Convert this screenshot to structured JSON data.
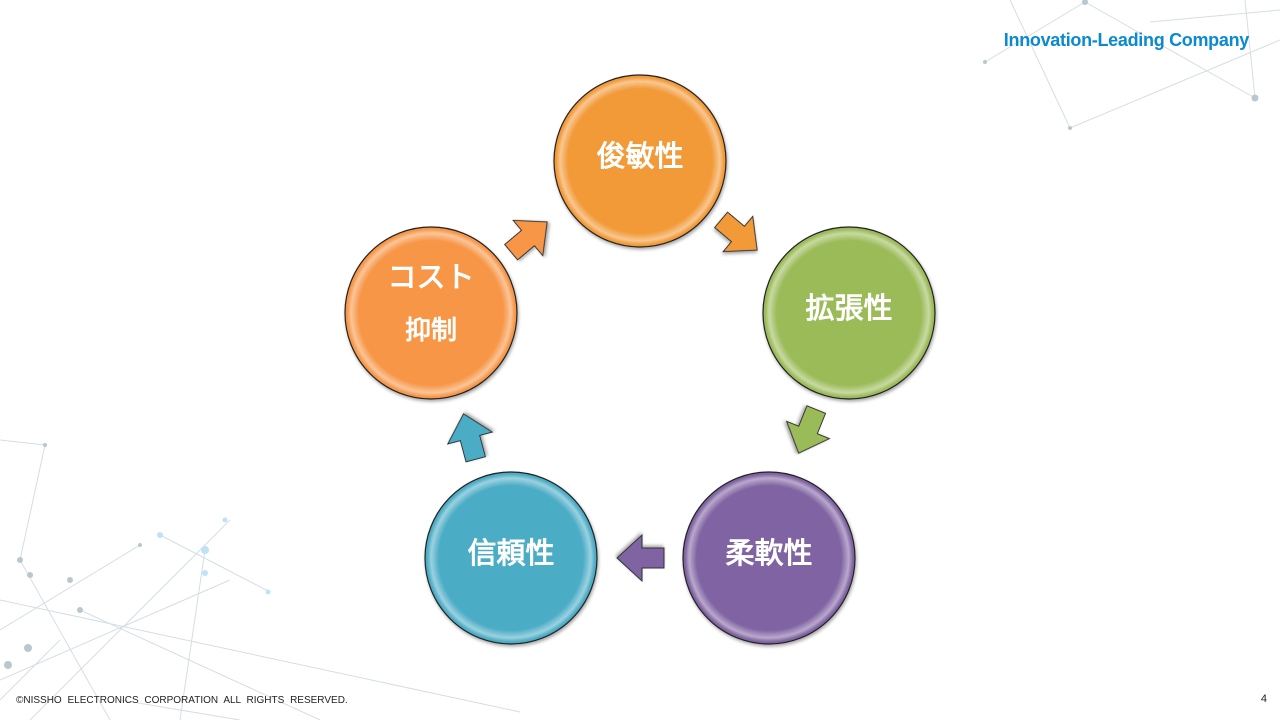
{
  "header": {
    "tagline": "Innovation-Leading Company"
  },
  "diagram": {
    "nodes": [
      {
        "label": "俊敏性",
        "color": "#F29A38"
      },
      {
        "label": "拡張性",
        "color": "#9BBB59"
      },
      {
        "label": "柔軟性",
        "color": "#8064A2"
      },
      {
        "label": "信頼性",
        "color": "#4BACC6"
      },
      {
        "label_line1": "コスト",
        "label_line2": "抑制",
        "color": "#F79646"
      }
    ]
  },
  "footer": {
    "copyright": "©NISSHO ELECTRONICS CORPORATION ALL RIGHTS RESERVED.",
    "page_number": "4"
  }
}
